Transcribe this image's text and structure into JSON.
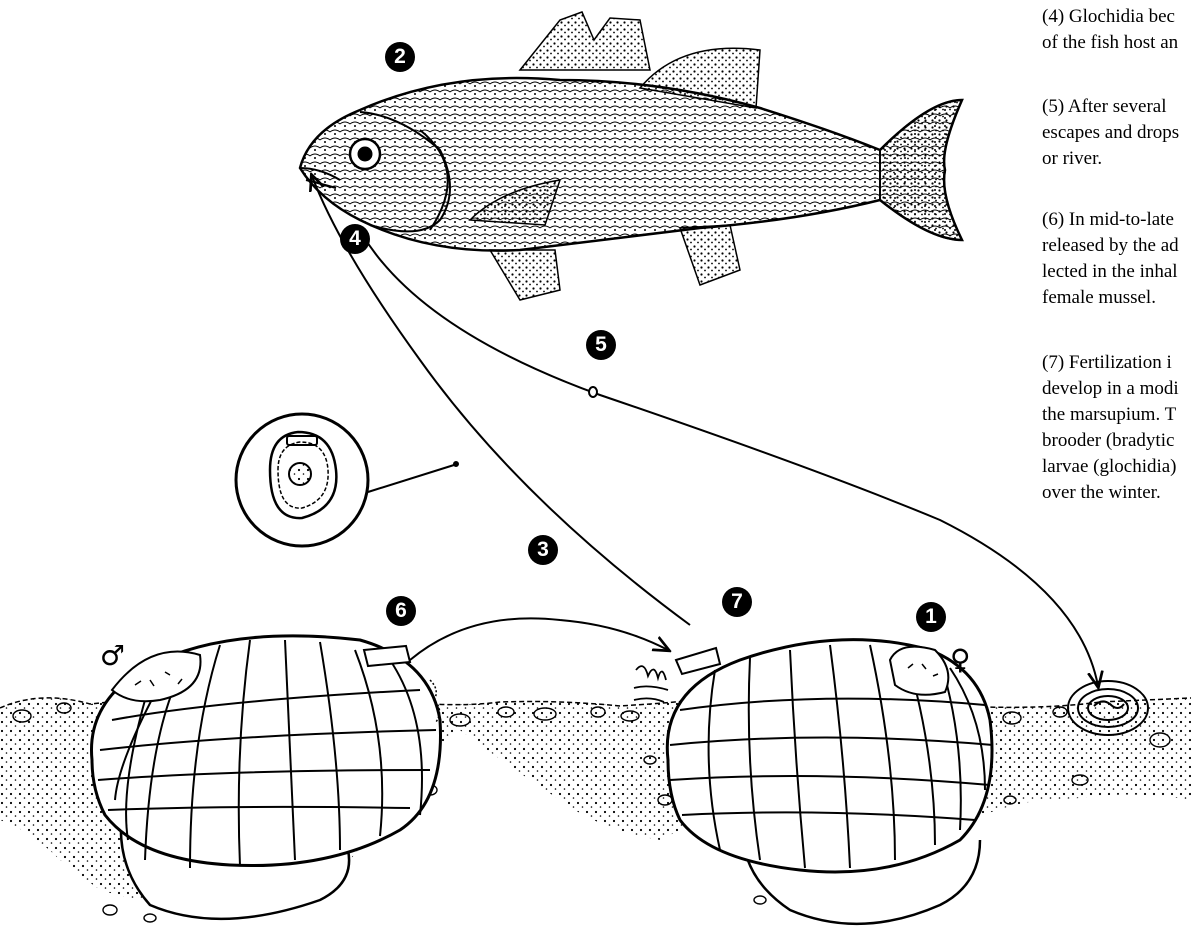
{
  "markers": {
    "m1": "1",
    "m2": "2",
    "m3": "3",
    "m4": "4",
    "m5": "5",
    "m6": "6",
    "m7": "7"
  },
  "symbols": {
    "male": "♂",
    "female": "♀"
  },
  "captions": {
    "step4": [
      "(4)  Glochidia bec",
      "of the fish host an"
    ],
    "step5": [
      "(5)  After several",
      "escapes and drops",
      "or river."
    ],
    "step6": [
      "(6)  In mid-to-late",
      "released by the ad",
      "lected in the inhal",
      "female mussel."
    ],
    "step7": [
      "(7)  Fertilization i",
      "develop in a modi",
      "the marsupium. T",
      "brooder (bradytic",
      "larvae (glochidia)",
      "over the winter."
    ]
  },
  "colors": {
    "ink": "#000000",
    "paper": "#ffffff",
    "marker_text": "#ffffff"
  }
}
